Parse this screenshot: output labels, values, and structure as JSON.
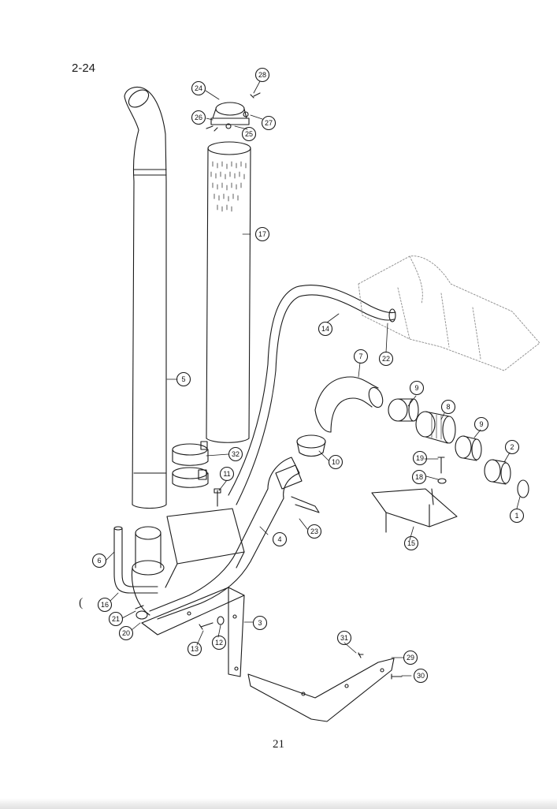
{
  "figure_label": "2-24",
  "page_number": "21",
  "stray_mark": "(",
  "callouts": {
    "c1": "1",
    "c2": "2",
    "c3": "3",
    "c4": "4",
    "c5": "5",
    "c6": "6",
    "c7": "7",
    "c8": "8",
    "c9a": "9",
    "c9b": "9",
    "c10": "10",
    "c11": "11",
    "c12": "12",
    "c13": "13",
    "c14": "14",
    "c15": "15",
    "c16": "16",
    "c17": "17",
    "c18": "18",
    "c19": "19",
    "c20": "20",
    "c21": "21",
    "c22": "22",
    "c23": "23",
    "c24": "24",
    "c25": "25",
    "c26": "26",
    "c27": "27",
    "c28": "28",
    "c29": "29",
    "c30": "30",
    "c31": "31",
    "c32": "32"
  },
  "colors": {
    "line": "#1a1a1a",
    "paper": "#ffffff"
  }
}
